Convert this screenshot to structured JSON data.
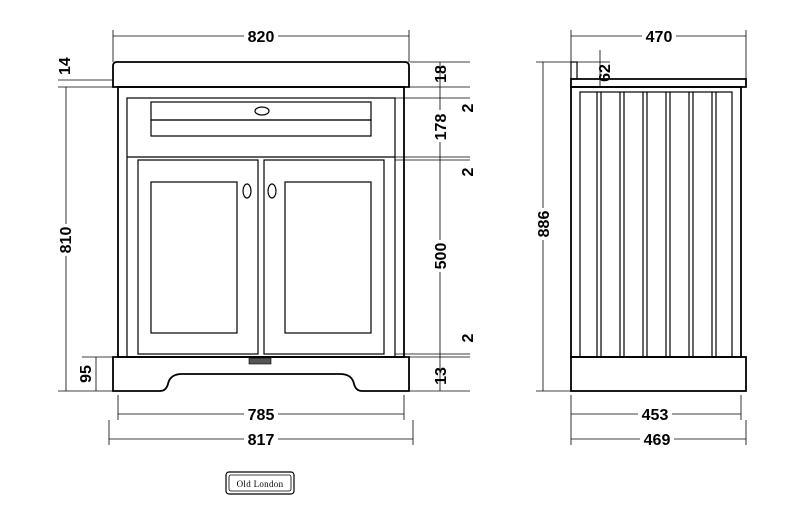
{
  "front": {
    "width_top": "820",
    "top_thickness": "14",
    "overall_height": "810",
    "plinth_height": "95",
    "width_base": "785",
    "width_overall": "817",
    "top_upstand": "18",
    "drawer_height": "178",
    "door_height": "500",
    "gap_1": "2",
    "gap_2": "2",
    "gap_3": "2",
    "plinth_gap": "13"
  },
  "side": {
    "depth_top": "470",
    "upstand_height": "62",
    "overall_height": "886",
    "depth_base": "453",
    "depth_overall": "469"
  },
  "brand": {
    "logo_text": "Old London"
  }
}
